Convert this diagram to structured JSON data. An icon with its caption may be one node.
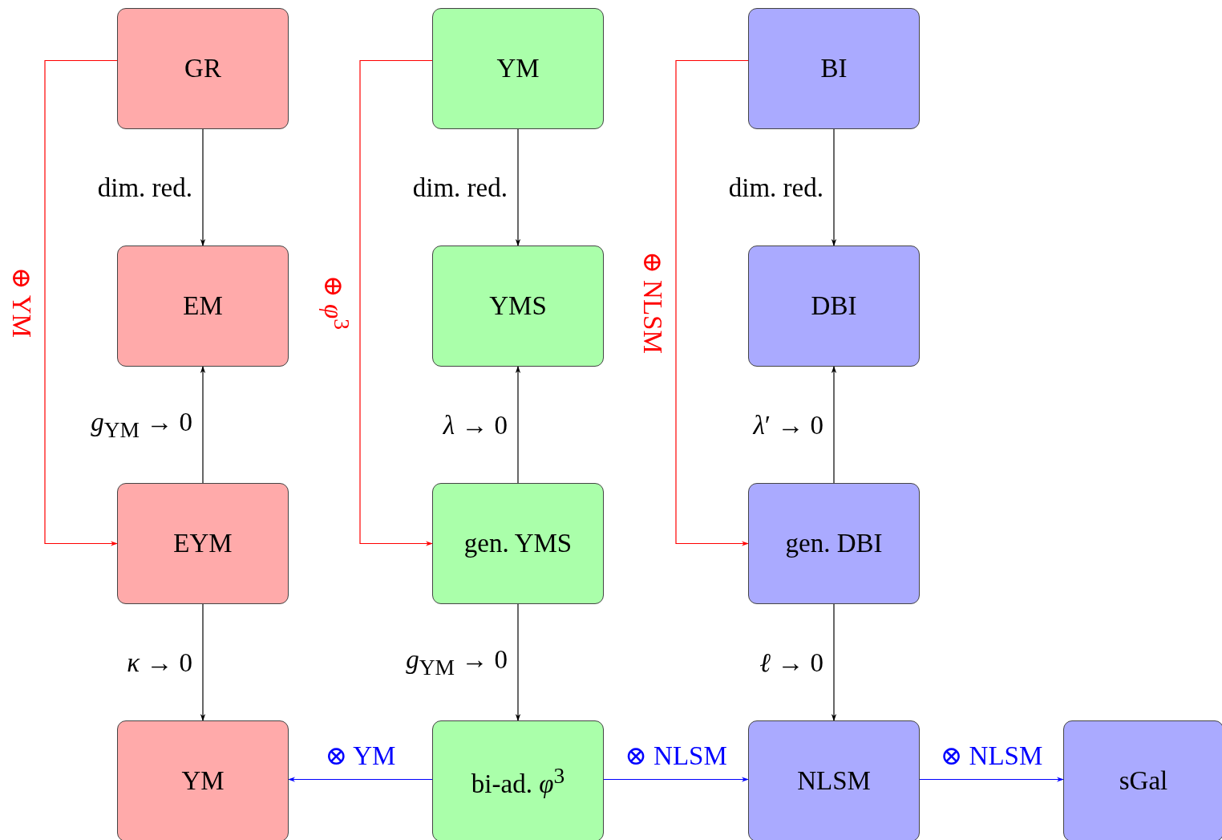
{
  "diagram": {
    "nodes": [
      {
        "text": [
          "GR"
        ]
      },
      {
        "text": [
          "EM"
        ]
      },
      {
        "text": [
          "EYM"
        ]
      },
      {
        "text": [
          "YM"
        ]
      },
      {
        "text": [
          "YM"
        ]
      },
      {
        "text": [
          "YMS"
        ]
      },
      {
        "text": [
          "gen. YMS"
        ]
      },
      {
        "text": [
          "bi-ad. *φ*$^{3}$"
        ]
      },
      {
        "text": [
          "BI"
        ]
      },
      {
        "text": [
          "DBI"
        ]
      },
      {
        "text": [
          "gen. DBI"
        ]
      },
      {
        "text": [
          "NLSM"
        ]
      },
      {
        "text": [
          "sGal"
        ]
      }
    ],
    "edges": [
      {
        "from": 0,
        "to": 1,
        "arrow": "to",
        "label": "dim. red."
      },
      {
        "from": 2,
        "to": 1,
        "arrow": "to",
        "label": "*g*$_{YM}$ → 0"
      },
      {
        "from": 2,
        "to": 3,
        "arrow": "to",
        "label": "*κ* → 0"
      },
      {
        "from": 0,
        "to": 2,
        "arrow": "to",
        "label": "⊕ YM",
        "color": "#ff0000"
      },
      {
        "from": 4,
        "to": 5,
        "arrow": "to",
        "label": "dim. red."
      },
      {
        "from": 6,
        "to": 5,
        "arrow": "to",
        "label": "*λ* → 0"
      },
      {
        "from": 6,
        "to": 7,
        "arrow": "to",
        "label": "*g*$_{YM}$ → 0"
      },
      {
        "from": 4,
        "to": 6,
        "arrow": "to",
        "label": "⊕ *φ*$^{3}$",
        "color": "#ff0000"
      },
      {
        "from": 8,
        "to": 9,
        "arrow": "to",
        "label": "dim. red."
      },
      {
        "from": 10,
        "to": 9,
        "arrow": "to",
        "label": "*λ*′ → 0"
      },
      {
        "from": 10,
        "to": 11,
        "arrow": "to",
        "label": "*ℓ* → 0"
      },
      {
        "from": 8,
        "to": 10,
        "arrow": "to",
        "label": "⊕ NLSM",
        "color": "#ff0000"
      },
      {
        "from": 7,
        "to": 3,
        "arrow": "to",
        "label": "⊗ YM",
        "color": "#0000ff"
      },
      {
        "from": 7,
        "to": 11,
        "arrow": "to",
        "label": "⊗ NLSM",
        "color": "#0000ff"
      },
      {
        "from": 11,
        "to": 12,
        "arrow": "to",
        "label": "⊗ NLSM",
        "color": "#0000ff"
      }
    ]
  }
}
